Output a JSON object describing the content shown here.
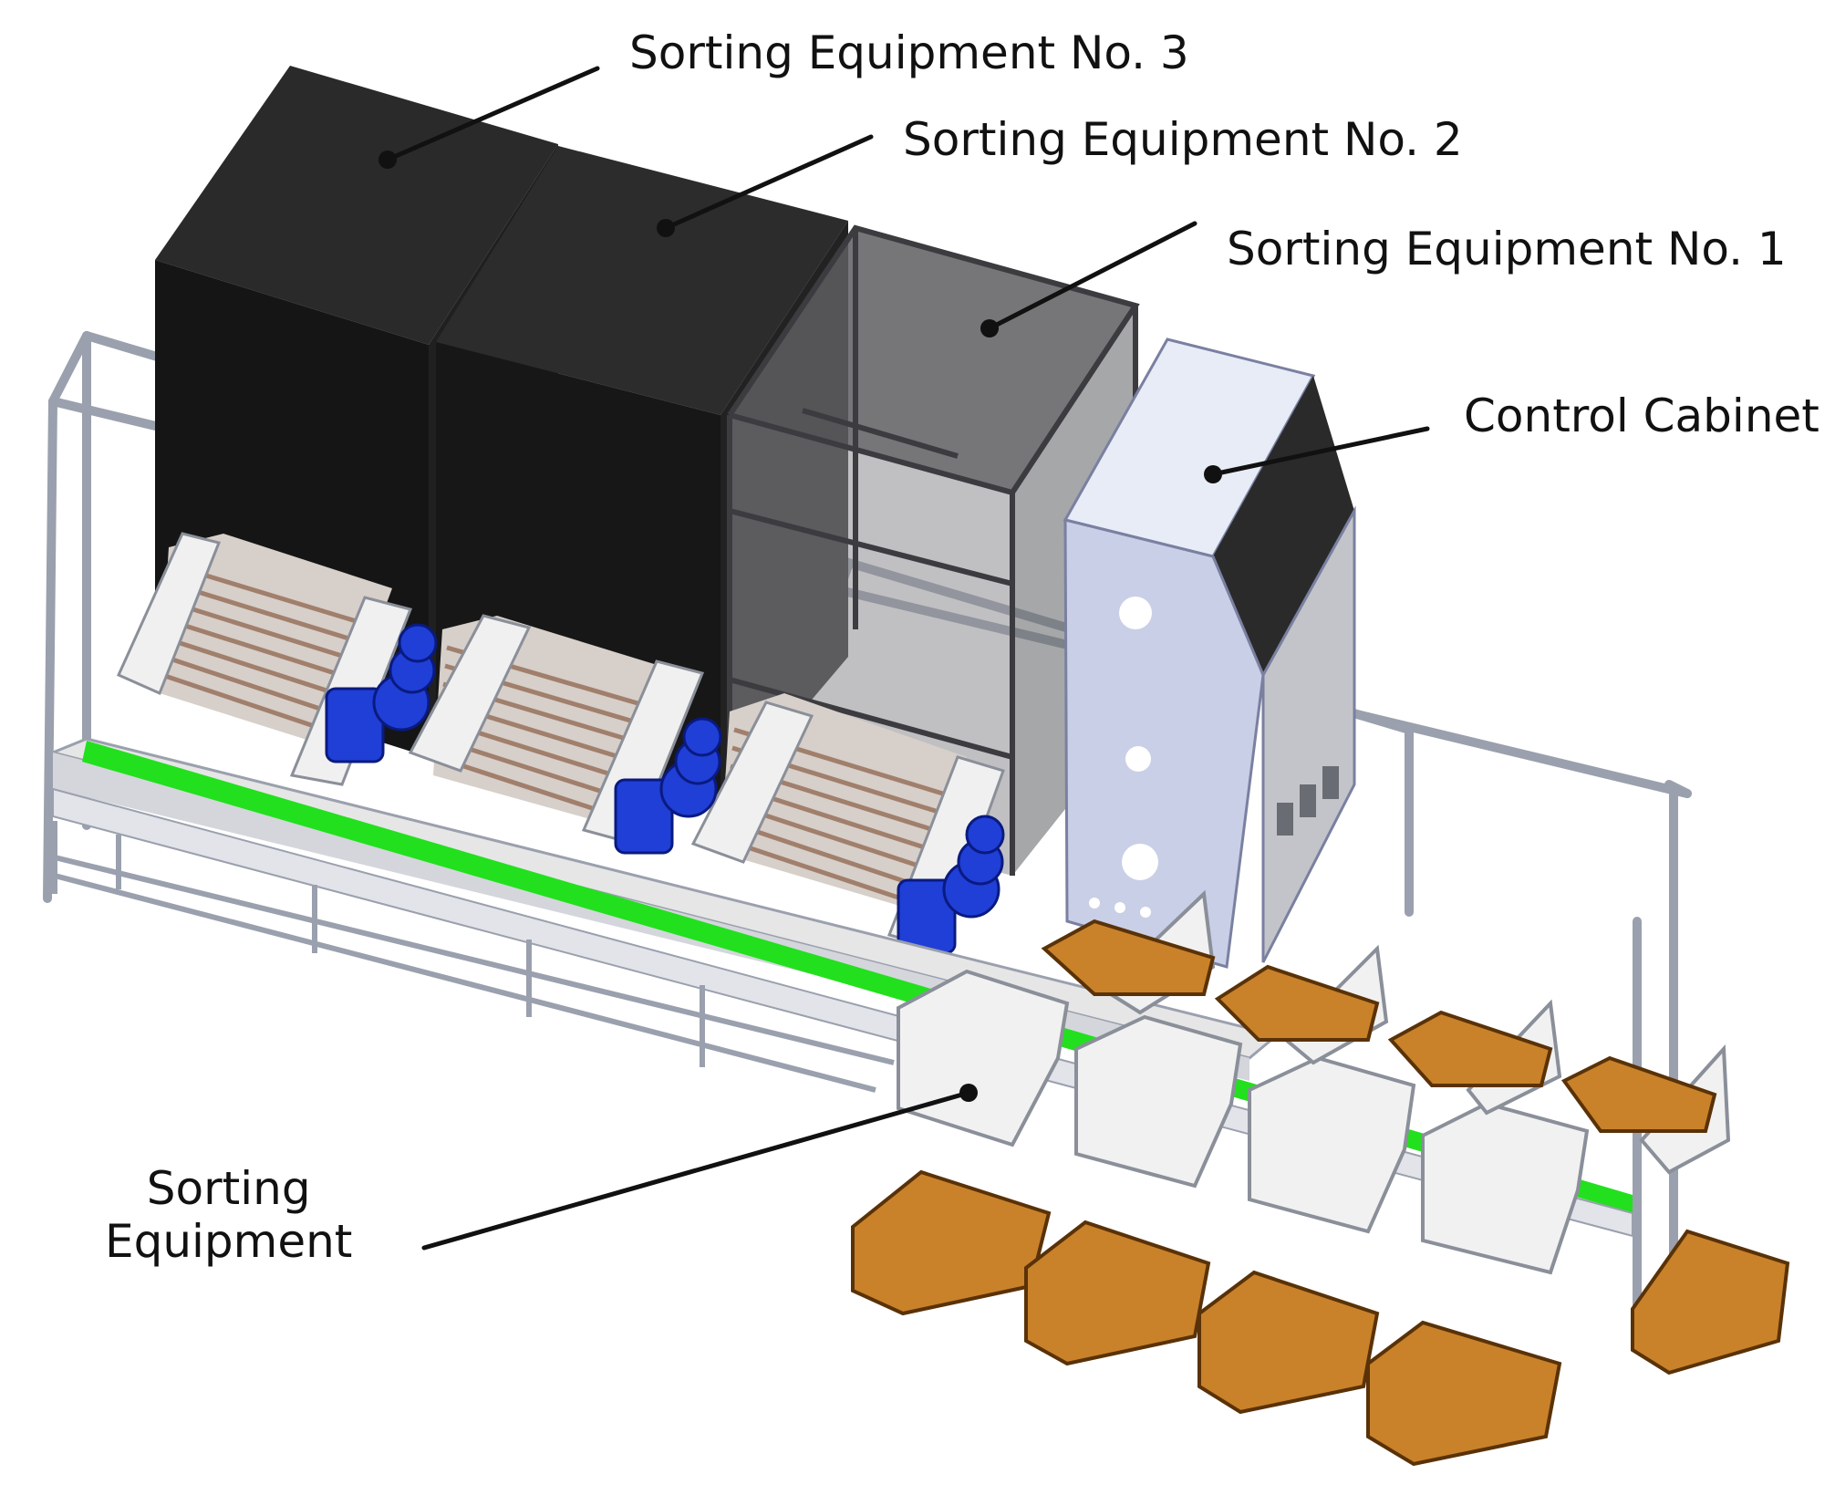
{
  "labels": {
    "sorting_equipment_3": "Sorting Equipment No. 3",
    "sorting_equipment_2": "Sorting Equipment No. 2",
    "sorting_equipment_1": "Sorting Equipment No. 1",
    "control_cabinet": "Control Cabinet",
    "sorting_equipment": [
      "Sorting",
      "Equipment"
    ]
  },
  "colors": {
    "housing_black": "#1c1c1c",
    "housing_glass": "#4a4a4a",
    "frame_grey": "#a9aebb",
    "conveyor_green": "#22e01e",
    "motor_blue": "#1f3fd6",
    "roller_tan": "#b89a86",
    "crate_orange": "#c9822a",
    "cabinet_light": "#c9cfe6",
    "chute_white": "#f1f1f1"
  }
}
